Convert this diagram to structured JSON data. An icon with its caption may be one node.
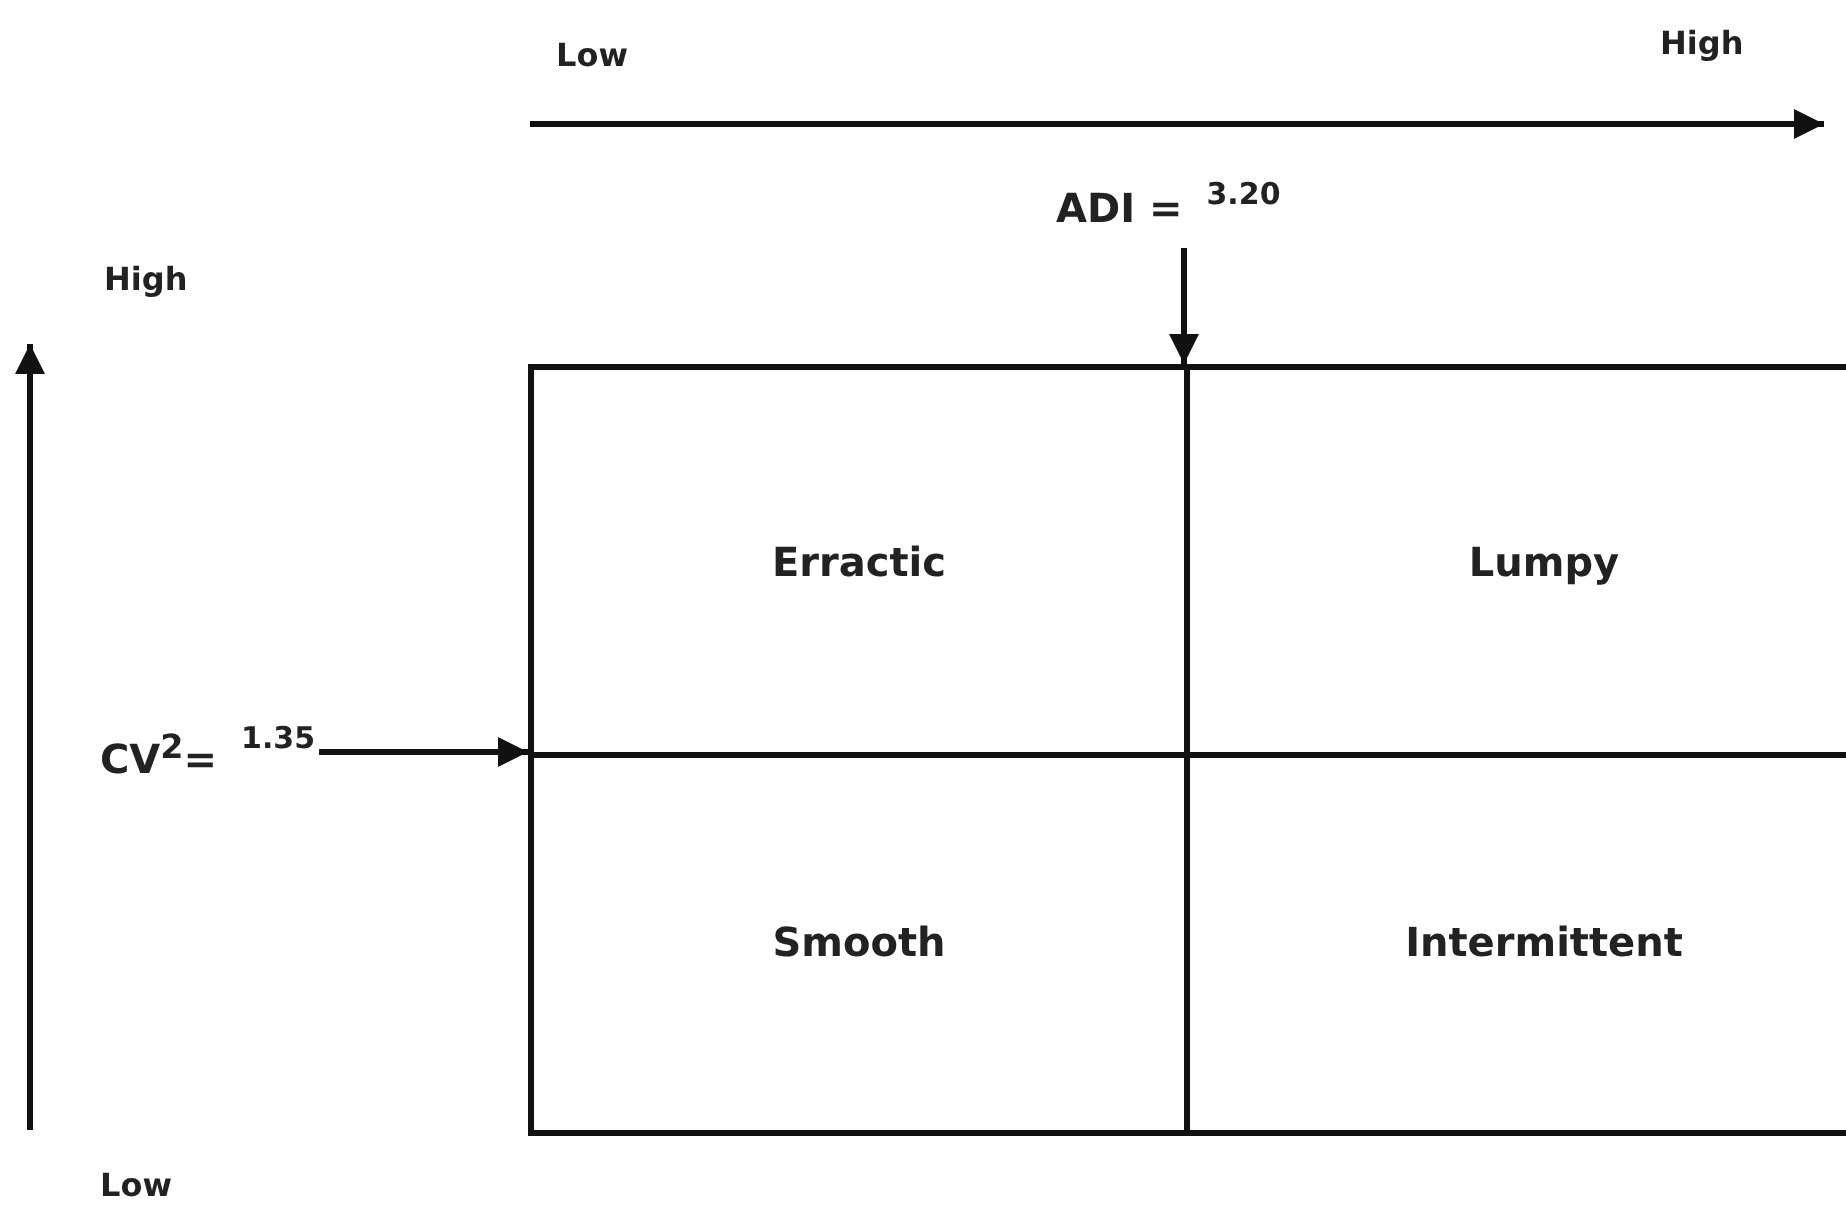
{
  "diagram": {
    "nodes": [
      {
        "text": [
          "ADI =",
          "3.20"
        ]
      },
      {
        "text": [
          "CV$^{2}$=",
          "1.35"
        ]
      },
      {
        "text": [],
        "shape": "box"
      },
      {
        "text": [
          "Erractic"
        ],
        "in": 2
      },
      {
        "text": [
          "Lumpy"
        ],
        "in": 2
      },
      {
        "text": [
          "Smooth"
        ],
        "in": 2
      },
      {
        "text": [
          "Intermittent"
        ],
        "in": 2
      }
    ],
    "edges": [
      {
        "from": 0,
        "to": 2,
        "arrow": "to"
      },
      {
        "from": 1,
        "to": 2,
        "arrow": "to"
      }
    ],
    "labels": [
      "Low",
      "High",
      "High",
      "Low"
    ]
  }
}
